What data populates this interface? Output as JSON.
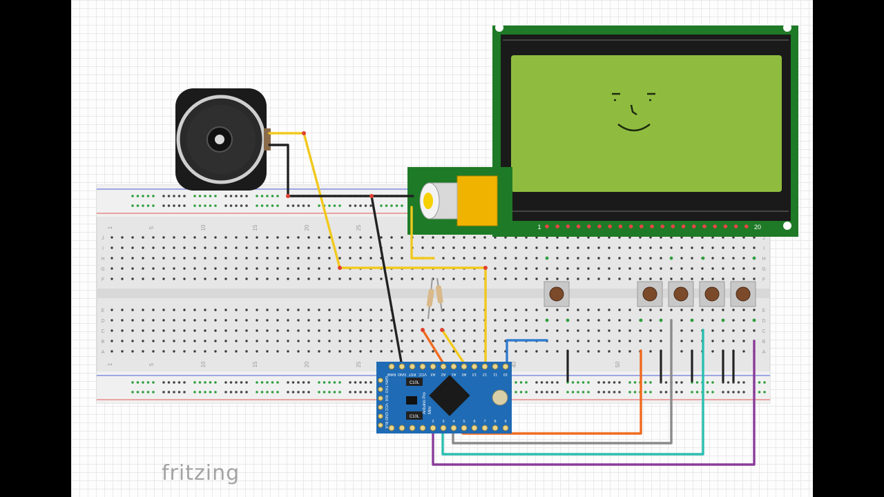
{
  "app": {
    "logo_text": "fritzing"
  },
  "breadboard": {
    "top_row_numbers": [
      "1",
      "5",
      "10",
      "15",
      "20",
      "25"
    ],
    "bottom_row_numbers": [
      "1",
      "5",
      "10",
      "15",
      "20",
      "25",
      "40",
      "50"
    ],
    "top_row_letters": [
      "J",
      "I",
      "H",
      "G",
      "F"
    ],
    "bottom_row_letters": [
      "E",
      "D",
      "C",
      "B",
      "A"
    ],
    "right_row_letters_top": [
      "J",
      "I",
      "H",
      "G",
      "F"
    ],
    "right_row_letters_bottom": [
      "E",
      "D",
      "C",
      "B",
      "A"
    ]
  },
  "lcd": {
    "pin_first_label": "1",
    "pin_last_label": "20",
    "screen_color": "#8fbc3f",
    "pcb_color": "#1e7a26"
  },
  "arduino": {
    "top_pins": [
      "RAW",
      "GND",
      "RST",
      "VCC",
      "A3",
      "A2",
      "A1",
      "A0",
      "13",
      "12",
      "11",
      "10"
    ],
    "left_pins": [
      "GRN",
      "TXO",
      "RXI",
      "VCC",
      "GND",
      "BLK"
    ],
    "bottom_pins": [
      "2",
      "3",
      "4",
      "5",
      "6",
      "7",
      "8",
      "9"
    ],
    "board_text": [
      "Arduino Pro",
      "Mini"
    ],
    "cap_labels": [
      "C10L",
      "C10L"
    ],
    "board_color": "#1f6bb5"
  },
  "wire_colors": {
    "red": "#e8322a",
    "black": "#222222",
    "yellow": "#f2c81d",
    "orange": "#f06a1f",
    "gray": "#8a8a8a",
    "teal": "#2bbfb0",
    "purple": "#8b3b9a",
    "blue": "#2f7bd0"
  }
}
